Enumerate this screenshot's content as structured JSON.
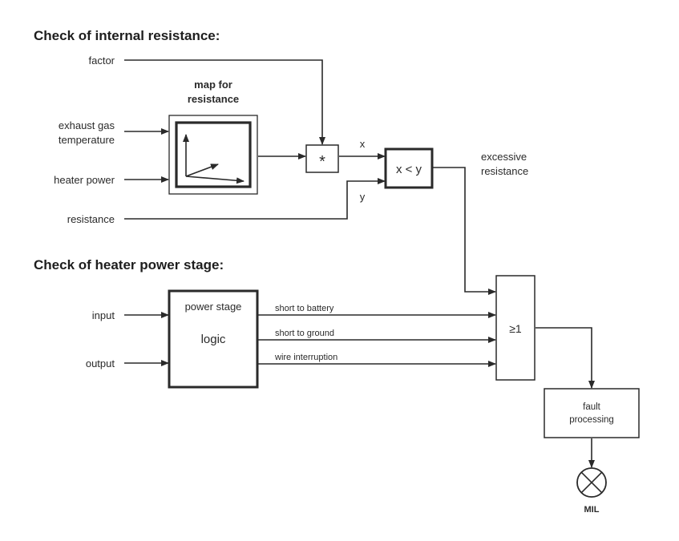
{
  "headings": {
    "internal_resistance": "Check of internal resistance:",
    "heater_power_stage": "Check of heater power stage:"
  },
  "inputs": {
    "factor": "factor",
    "exhaust_gas_line1": "exhaust gas",
    "exhaust_gas_line2": "temperature",
    "heater_power": "heater power",
    "resistance": "resistance",
    "input": "input",
    "output": "output"
  },
  "map_block": {
    "title_line1": "map for",
    "title_line2": "resistance"
  },
  "multiplier": {
    "symbol": "*"
  },
  "signals": {
    "x": "x",
    "y": "y"
  },
  "comparator": {
    "label": "x < y"
  },
  "excessive": {
    "line1": "excessive",
    "line2": "resistance"
  },
  "power_stage": {
    "line1": "power stage",
    "line2": "logic"
  },
  "power_signals": {
    "short_battery": "short to battery",
    "short_ground": "short to ground",
    "wire_interruption": "wire interruption"
  },
  "or_gate": {
    "label": "≥1"
  },
  "fault_block": {
    "line1": "fault",
    "line2": "processing"
  },
  "mil": {
    "label": "MIL",
    "icon": "lamp-icon"
  }
}
